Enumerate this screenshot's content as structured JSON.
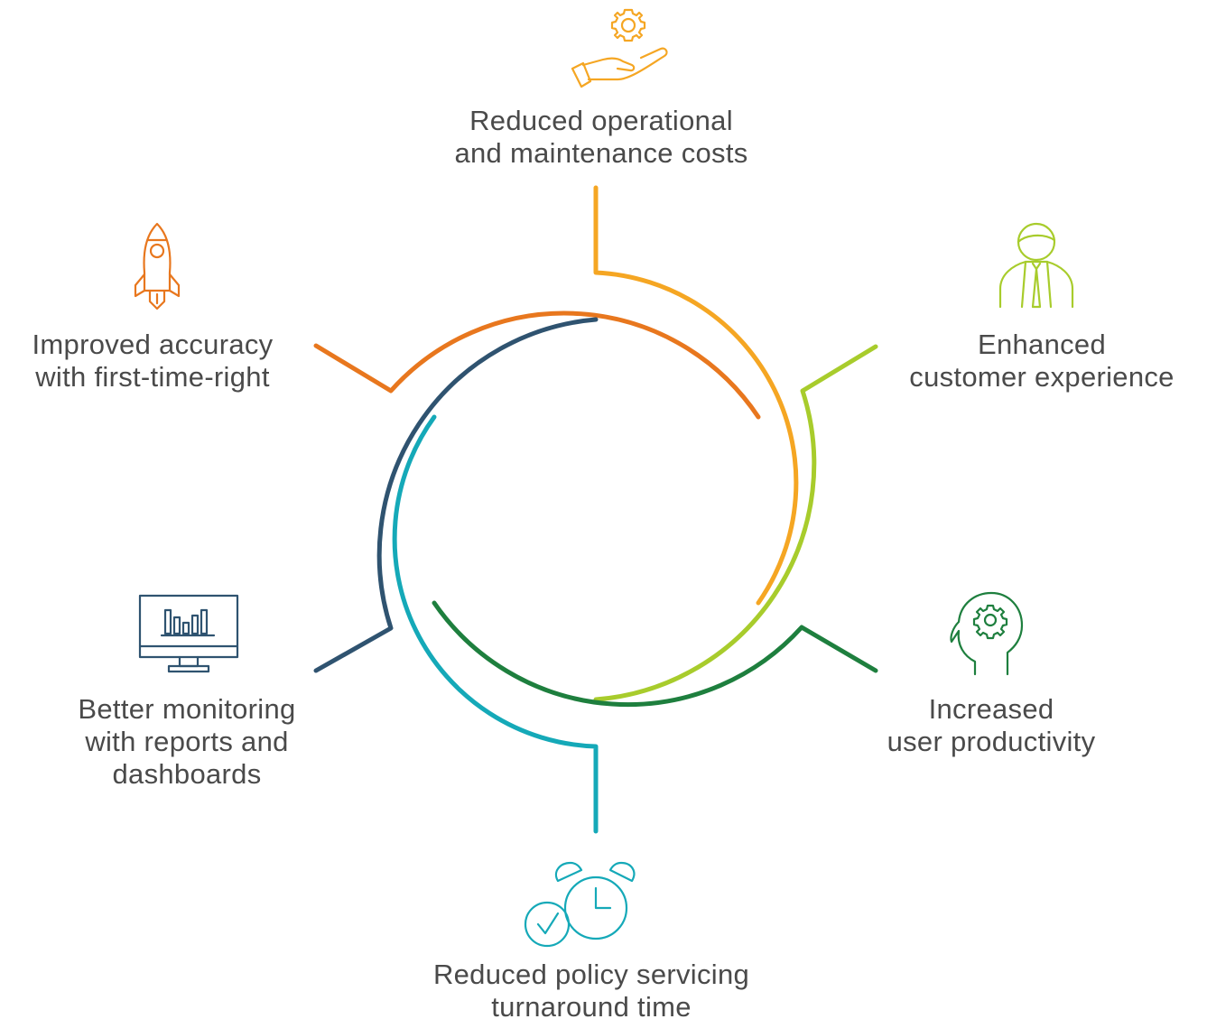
{
  "benefits": {
    "operational_costs": {
      "lines": [
        "Reduced operational",
        "and maintenance costs"
      ],
      "icon": "hand-gear-icon",
      "color": "#f5a623"
    },
    "customer_experience": {
      "lines": [
        "Enhanced",
        "customer experience"
      ],
      "icon": "customer-icon",
      "color": "#a8cc2c"
    },
    "user_productivity": {
      "lines": [
        "Increased",
        "user productivity"
      ],
      "icon": "head-gear-icon",
      "color": "#1e7f3e"
    },
    "turnaround_time": {
      "lines": [
        "Reduced policy servicing",
        "turnaround time"
      ],
      "icon": "alarm-clock-icon",
      "color": "#15a9b8"
    },
    "monitoring": {
      "lines": [
        "Better monitoring",
        "with reports and",
        "dashboards"
      ],
      "icon": "monitor-chart-icon",
      "color": "#2f5370"
    },
    "accuracy": {
      "lines": [
        "Improved accuracy",
        "with first-time-right"
      ],
      "icon": "rocket-icon",
      "color": "#e8771e"
    }
  }
}
